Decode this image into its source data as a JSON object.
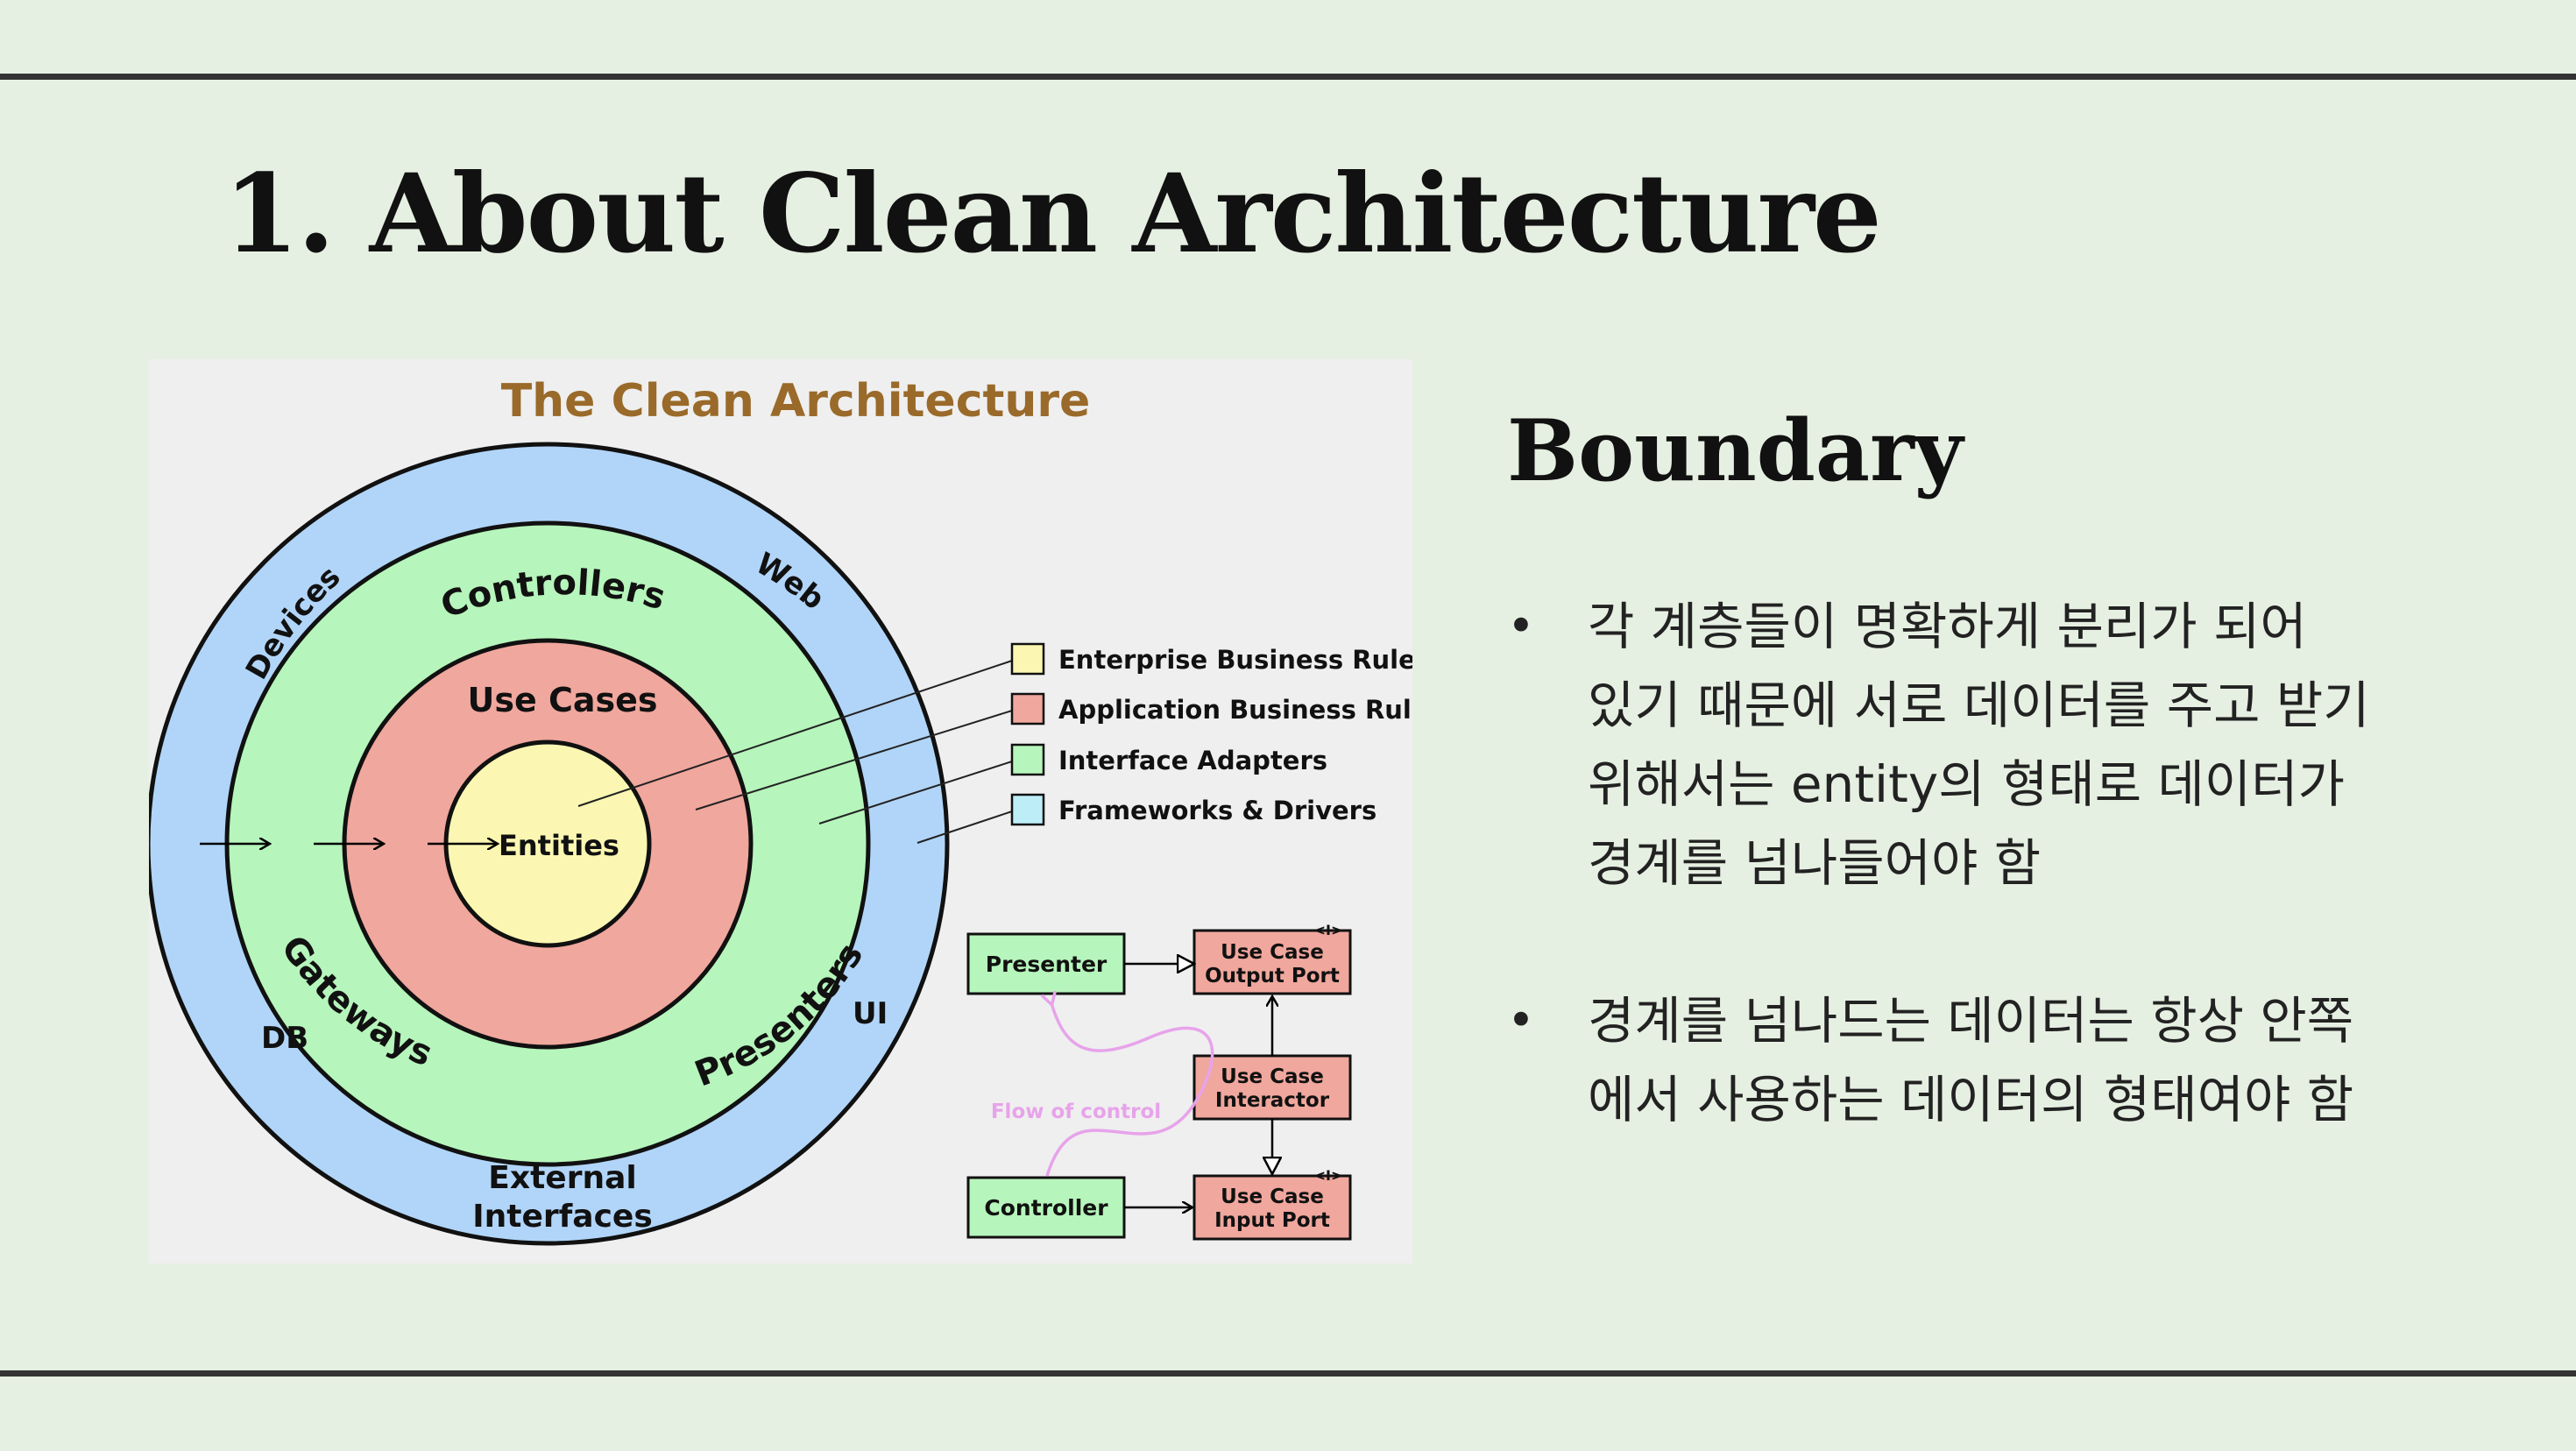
{
  "slide": {
    "title": "1. About Clean Architecture"
  },
  "diagram": {
    "title": "The Clean Architecture",
    "rings": {
      "outer": {
        "color": "#b1d5f8",
        "labels": {
          "devices": "Devices",
          "web": "Web",
          "db": "DB",
          "ui": "UI",
          "external_line1": "External",
          "external_line2": "Interfaces"
        }
      },
      "adapters": {
        "color": "#b6f5bb",
        "labels": {
          "controllers": "Controllers",
          "gateways": "Gateways",
          "presenters": "Presenters"
        }
      },
      "use_cases": {
        "color": "#f0a79d",
        "labels": {
          "use_cases": "Use Cases"
        }
      },
      "entities": {
        "color": "#fbf7b2",
        "labels": {
          "entities": "Entities"
        }
      }
    },
    "legend": [
      {
        "label": "Enterprise Business Rules",
        "color": "#fbf7b2"
      },
      {
        "label": "Application Business Rules",
        "color": "#f0a79d"
      },
      {
        "label": "Interface Adapters",
        "color": "#b6f5bb"
      },
      {
        "label": "Frameworks & Drivers",
        "color": "#bdeef8"
      }
    ],
    "flow": {
      "presenter": "Presenter",
      "controller": "Controller",
      "output_port_line1": "Use Case",
      "output_port_line2": "Output Port",
      "interactor_line1": "Use Case",
      "interactor_line2": "Interactor",
      "input_port_line1": "Use Case",
      "input_port_line2": "Input Port",
      "interface_marker": "<I>",
      "flow_label": "Flow of control",
      "flow_color": "#e7a3ea"
    },
    "title_color": "#9a6a2a"
  },
  "boundary": {
    "heading": "Boundary",
    "bullets": [
      {
        "lines": [
          "각 계층들이 명확하게 분리가 되어",
          "있기 때문에 서로 데이터를 주고 받기",
          "위해서는 entity의 형태로 데이터가",
          "경계를 넘나들어야 함"
        ]
      },
      {
        "lines": [
          "경계를 넘나드는 데이터는 항상 안쪽",
          "에서 사용하는 데이터의 형태여야 함"
        ]
      }
    ]
  }
}
